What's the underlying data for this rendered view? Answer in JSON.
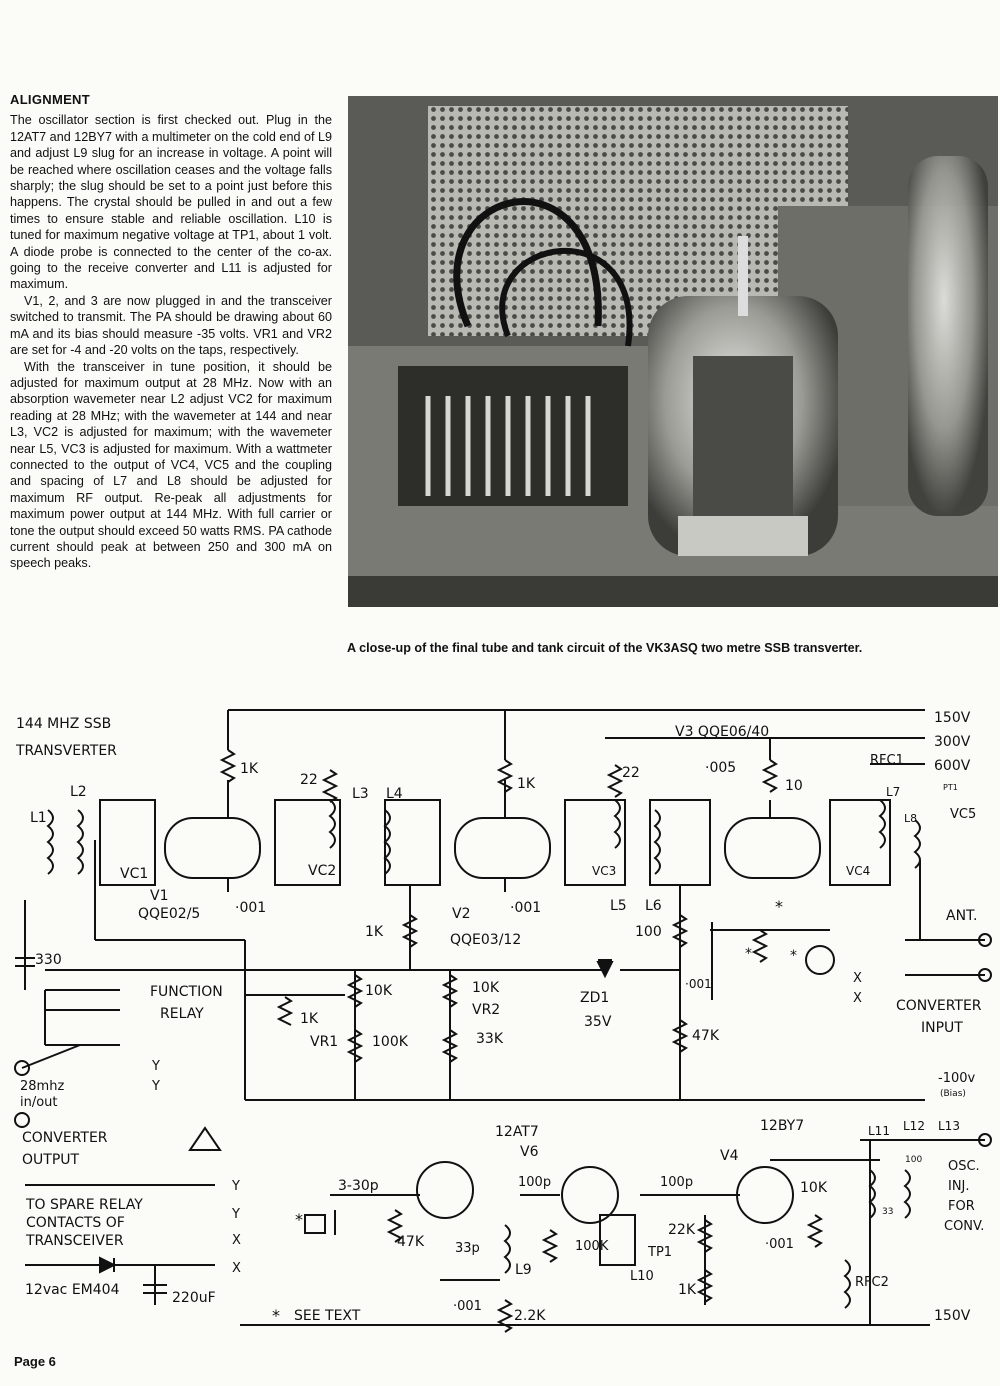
{
  "article": {
    "heading": "ALIGNMENT",
    "paragraphs": [
      "The oscillator section is first checked out. Plug in the 12AT7 and 12BY7 with a multimeter on the cold end of L9 and adjust L9 slug for an increase in voltage. A point will be reached where oscillation ceases and the voltage falls sharply; the slug should be set to a point just before this happens. The crystal should be pulled in and out a few times to ensure stable and reliable oscillation. L10 is tuned for maximum negative voltage at TP1, about 1 volt. A diode probe is connected to the center of the co-ax. going to the receive converter and L11 is adjusted for maximum.",
      "V1, 2, and 3 are now plugged in and the transceiver switched to transmit. The PA should be drawing about 60 mA and its bias should measure -35 volts. VR1 and VR2 are set for -4 and -20 volts on the taps, respectively.",
      "With the transceiver in tune position, it should be adjusted for maximum output at 28 MHz. Now with an absorption wavemeter near L2 adjust VC2 for maximum reading at 28 MHz; with the wavemeter at 144 and near L3, VC2 is adjusted for maximum; with the wavemeter near L5, VC3 is adjusted for maximum. With a wattmeter connected to the output of VC4, VC5 and the coupling and spacing of L7 and L8 should be adjusted for maximum RF output. Re-peak all adjustments for maximum power output at 144 MHz. With full carrier or tone the output should exceed 50 watts RMS. PA cathode current should peak at between 250 and 300 mA on speech peaks."
    ]
  },
  "photo": {
    "caption": "A close-up of the final tube and tank circuit of the VK3ASQ two metre SSB transverter."
  },
  "schematic": {
    "title_line1": "144 MHZ SSB",
    "title_line2": "TRANSVERTER",
    "rails": {
      "v150": "150V",
      "v300": "300V",
      "v600": "600V",
      "bias": "-100v",
      "bias_note": "(Bias)",
      "v150_bottom": "150V"
    },
    "tubes": {
      "v1_name": "V1",
      "v1_type": "QQE02/5",
      "v2_name": "V2",
      "v2_type": "QQE03/12",
      "v3_label": "V3  QQE06/40",
      "v4_name": "V4",
      "v4_type": "12BY7",
      "v6_name": "V6",
      "v6_type": "12AT7"
    },
    "coils": [
      "L1",
      "L2",
      "L3",
      "L4",
      "L5",
      "L6",
      "L7",
      "L8",
      "L9",
      "L10",
      "L11",
      "L12",
      "L13"
    ],
    "caps": [
      "VC1",
      "VC2",
      "VC3",
      "VC4",
      "VC5",
      "·001",
      "·001",
      "·005",
      "·001",
      "·001",
      "330",
      "3-30p",
      "33p",
      "100p",
      "100p",
      "100",
      "33",
      "220uF"
    ],
    "resistors": [
      "1K",
      "22",
      "1K",
      "22",
      "10",
      "1K",
      "100",
      "1K",
      "10K",
      "100K",
      "10K",
      "33K",
      "47K",
      "47K",
      "100K",
      "22K",
      "1K",
      "10K",
      "2.2K"
    ],
    "labels": {
      "function": "FUNCTION",
      "relay": "RELAY",
      "vr1": "VR1",
      "vr2": "VR2",
      "zd1": "ZD1",
      "zd1_v": "35V",
      "rfc1": "RFC1",
      "rfc2": "RFC2",
      "pt1": "PT1",
      "tp1": "TP1",
      "ant": "ANT.",
      "conv_in_1": "CONVERTER",
      "conv_in_2": "INPUT",
      "x": "X",
      "y": "Y",
      "in28_1": "28mhz",
      "in28_2": "in/out",
      "conv_out_1": "CONVERTER",
      "conv_out_2": "OUTPUT",
      "spare1": "TO SPARE RELAY",
      "spare2": "CONTACTS  OF",
      "spare3": "TRANSCEIVER",
      "supply": "12vac  EM404",
      "osc1": "OSC.",
      "osc2": "INJ.",
      "osc3": "FOR",
      "osc4": "CONV.",
      "see_text": "SEE TEXT",
      "star": "*"
    }
  },
  "page": {
    "number": "Page 6"
  }
}
